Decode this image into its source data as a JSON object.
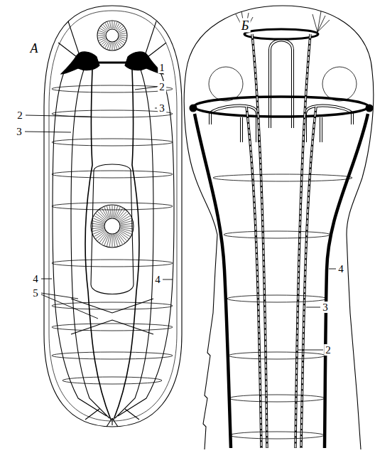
{
  "diagram": {
    "labels": [
      "А",
      "1",
      "2",
      "2",
      "3",
      "3",
      "4",
      "4",
      "5",
      "Б",
      "4",
      "3",
      "2"
    ]
  }
}
